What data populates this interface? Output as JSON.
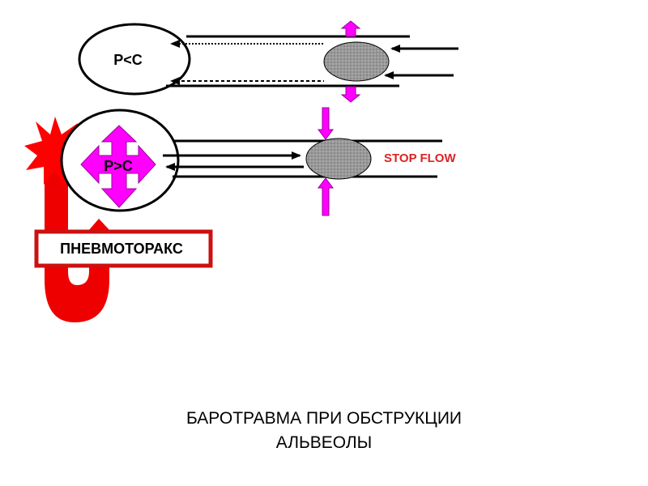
{
  "upper_alveolus": {
    "label": "P<C"
  },
  "lower_alveolus": {
    "label": "P>C"
  },
  "stop_flow": {
    "label": "STOP FLOW"
  },
  "pneumothorax": {
    "label": "ПНЕВМОТОРАКС"
  },
  "caption": {
    "line1": "БАРОТРАВМА ПРИ ОБСТРУКЦИИ",
    "line2": "АЛЬВЕОЛЫ"
  },
  "colors": {
    "magenta": "#ff00ff",
    "red": "#ff0000",
    "dark_red": "#cc1111",
    "obstruction_gray": "#9a9a9a",
    "stop_flow_text": "#dd2222"
  },
  "icons": [
    "explosion-icon",
    "u-turn-arrow-icon",
    "four-way-arrow-icon"
  ]
}
